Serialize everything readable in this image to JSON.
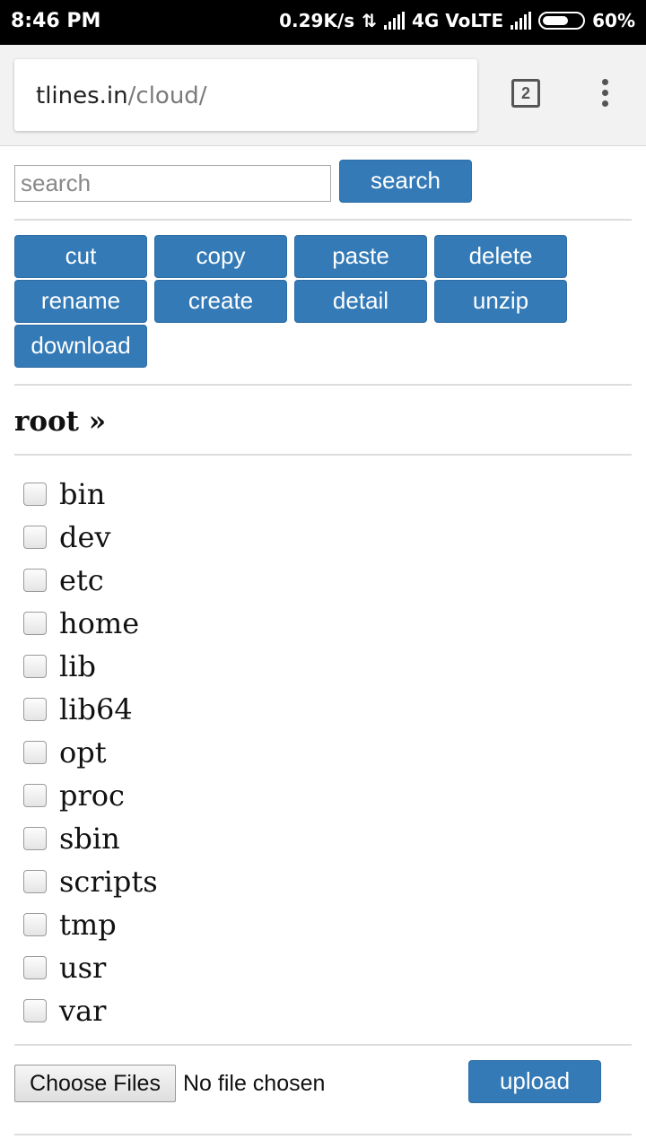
{
  "status_bar": {
    "time": "8:46 PM",
    "speed": "0.29K/s",
    "network": "4G VoLTE",
    "battery": "60%"
  },
  "browser": {
    "url_host": "tlines.in",
    "url_path": "/cloud/",
    "tab_count": "2"
  },
  "search": {
    "placeholder": "search",
    "button_label": "search"
  },
  "actions": [
    "cut",
    "copy",
    "paste",
    "delete",
    "rename",
    "create",
    "detail",
    "unzip",
    "download"
  ],
  "breadcrumb": "root »",
  "files": [
    "bin",
    "dev",
    "etc",
    "home",
    "lib",
    "lib64",
    "opt",
    "proc",
    "sbin",
    "scripts",
    "tmp",
    "usr",
    "var"
  ],
  "upload": {
    "choose_label": "Choose Files",
    "no_file_text": "No file chosen",
    "button_label": "upload"
  },
  "colors": {
    "button_primary": "#337ab7"
  }
}
